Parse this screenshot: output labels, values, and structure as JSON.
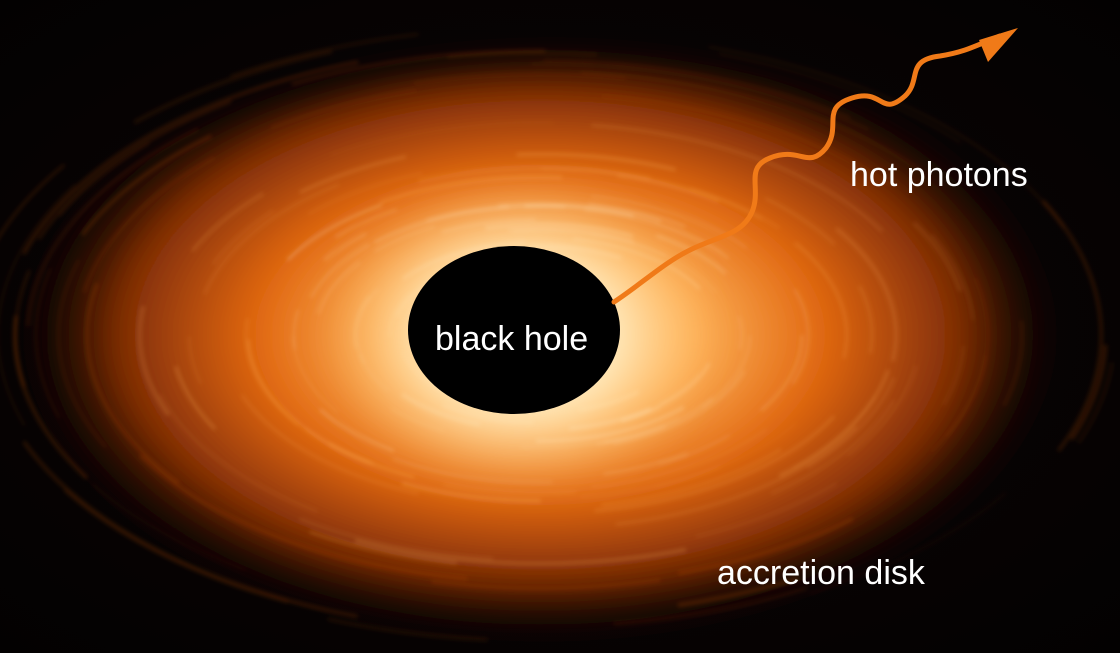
{
  "labels": {
    "black_hole": "black hole",
    "hot_photons": "hot photons",
    "accretion_disk": "accretion disk"
  },
  "colors": {
    "background": "#050202",
    "disk_outer": "#7a2a05",
    "disk_mid": "#e0660f",
    "disk_bright": "#ffb45a",
    "disk_core": "#ffe2a8",
    "black_hole": "#000000",
    "photon_arrow": "#f07a18",
    "label_text": "#ffffff"
  },
  "icons": {
    "photon_path": "wavy-arrow-icon"
  }
}
